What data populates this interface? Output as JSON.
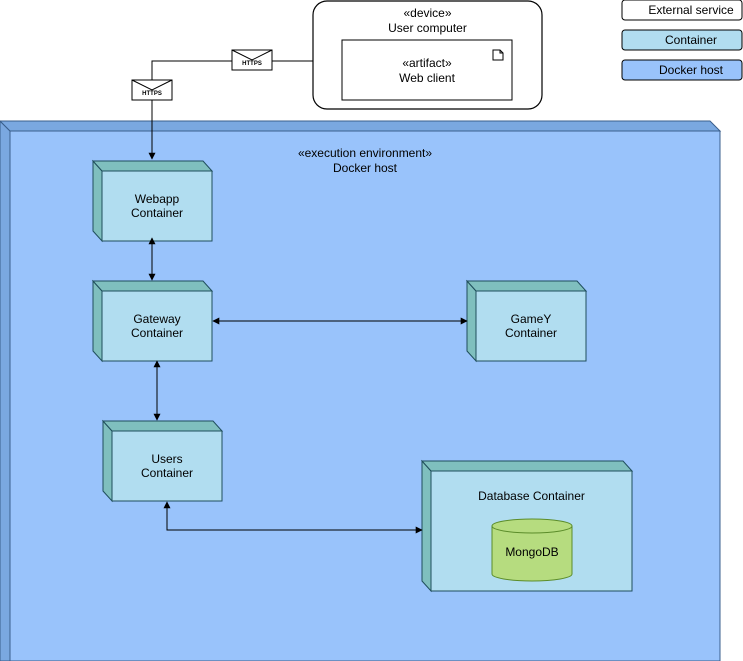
{
  "legend": {
    "external": "External service",
    "container": "Container",
    "docker_host": "Docker host"
  },
  "device": {
    "stereotype": "«device»",
    "name": "User computer",
    "artifact": {
      "stereotype": "«artifact»",
      "name": "Web client"
    }
  },
  "docker_host": {
    "stereotype": "«execution environment»",
    "name": "Docker host"
  },
  "containers": {
    "webapp": [
      "Webapp",
      "Container"
    ],
    "gateway": [
      "Gateway",
      "Container"
    ],
    "gamey": [
      "GameY",
      "Container"
    ],
    "users": [
      "Users",
      "Container"
    ],
    "database": "Database Container",
    "mongodb": "MongoDB"
  },
  "connections": {
    "protocol_1": "HTTPS",
    "protocol_2": "HTTPS"
  },
  "colors": {
    "external_fill": "#ffffff",
    "container_fill": "#b1ddf0",
    "container_side": "#7fbfbe",
    "docker_fill": "#99c3fb",
    "docker_side": "#7aa8e0",
    "db_fill": "#b6dc7f",
    "db_stroke": "#5b8c2a",
    "stroke": "#1f4e5c"
  }
}
